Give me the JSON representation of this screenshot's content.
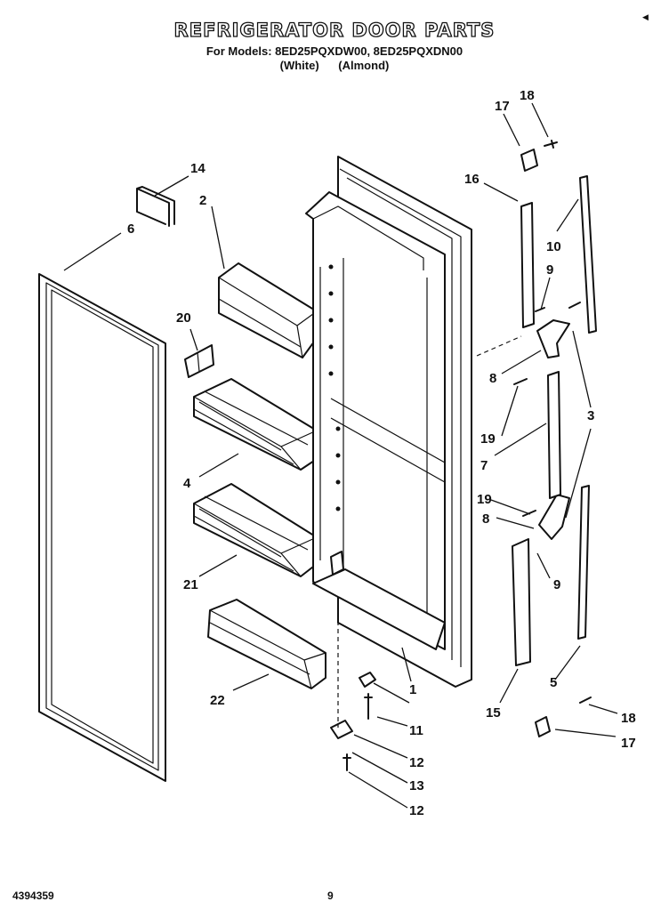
{
  "header": {
    "title": "REFRIGERATOR DOOR PARTS",
    "models": "For Models: 8ED25PQXDW00, 8ED25PQXDN00",
    "colors": "(White) (Almond)"
  },
  "footer": {
    "document_number": "4394359",
    "page_number": "9"
  },
  "callouts": {
    "c1": "1",
    "c2": "2",
    "c3": "3",
    "c4": "4",
    "c5": "5",
    "c6": "6",
    "c7": "7",
    "c8a": "8",
    "c8b": "8",
    "c9a": "9",
    "c9b": "9",
    "c10": "10",
    "c11": "11",
    "c12a": "12",
    "c12b": "12",
    "c13": "13",
    "c14": "14",
    "c15": "15",
    "c16": "16",
    "c17a": "17",
    "c17b": "17",
    "c18a": "18",
    "c18b": "18",
    "c19a": "19",
    "c19b": "19",
    "c20": "20",
    "c21": "21",
    "c22": "22"
  }
}
